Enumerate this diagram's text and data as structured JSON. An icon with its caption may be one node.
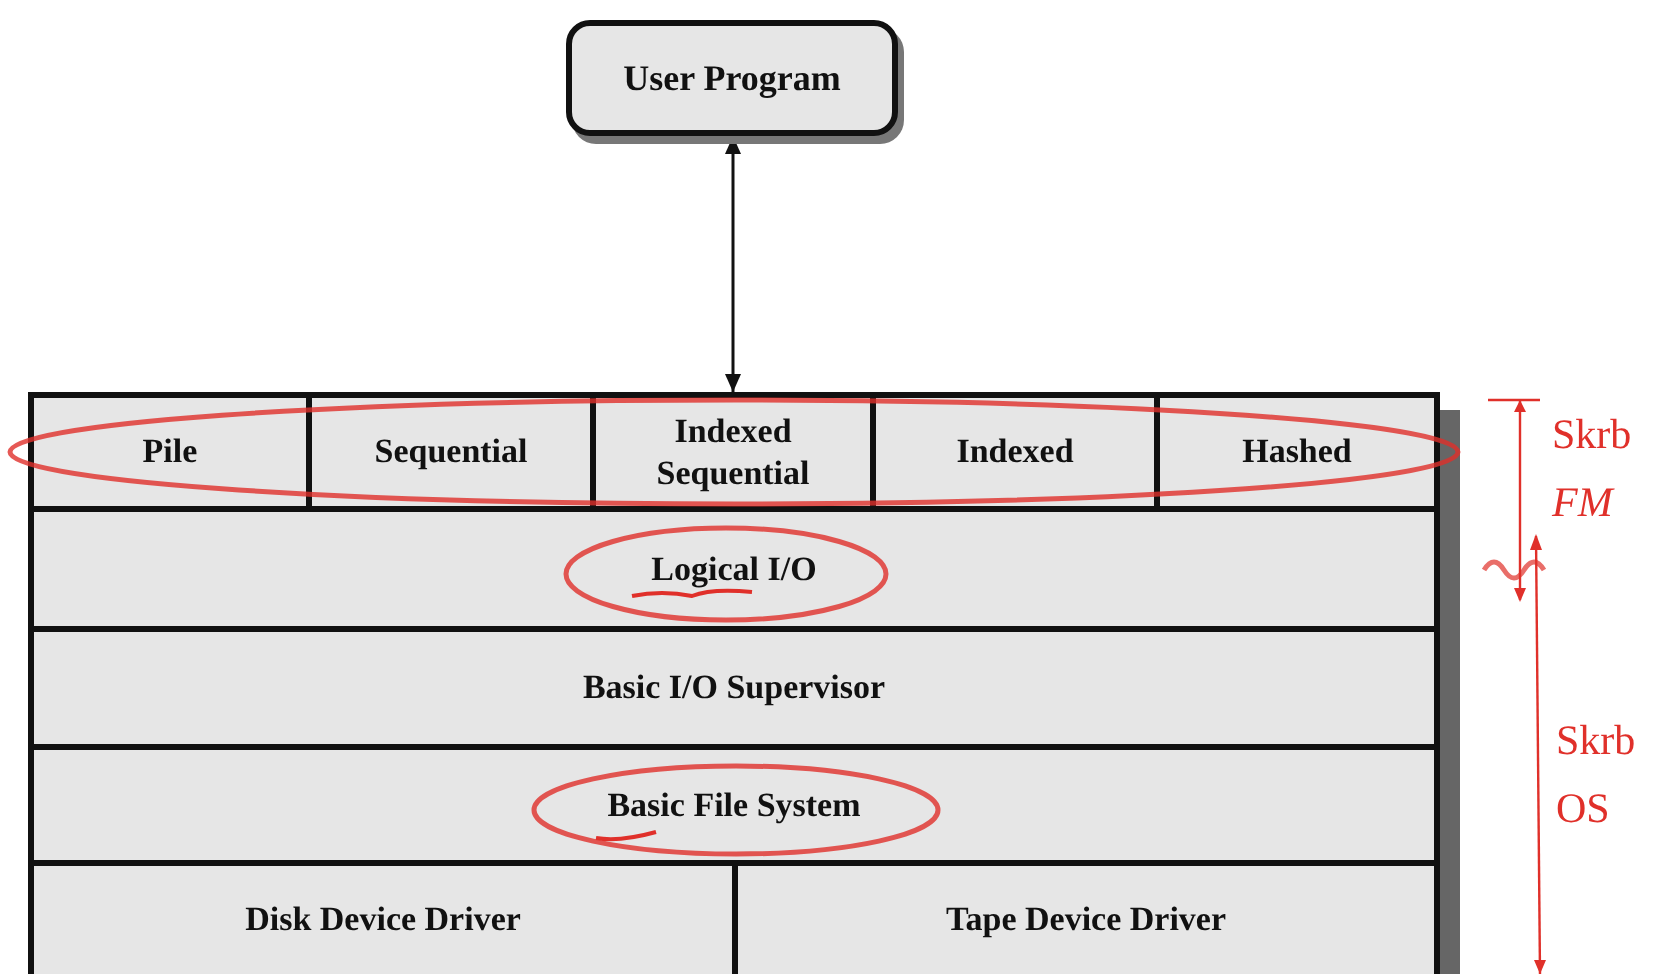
{
  "diagram": {
    "nodes": [
      {
        "text": [
          "User Program"
        ]
      },
      {
        "text": [
          "Pile"
        ]
      },
      {
        "text": [
          "Sequential"
        ]
      },
      {
        "text": [
          "Indexed Sequential"
        ]
      },
      {
        "text": [
          "Indexed"
        ]
      },
      {
        "text": [
          "Hashed"
        ]
      },
      {
        "text": [
          "Logical I/O"
        ]
      },
      {
        "text": [
          "Basic I/O Supervisor"
        ]
      },
      {
        "text": [
          "Basic File System"
        ]
      },
      {
        "text": [
          "Disk Device Driver"
        ]
      },
      {
        "text": [
          "Tape Device Driver"
        ]
      }
    ],
    "edges": [
      {
        "from": 0,
        "to": 3,
        "arrow": "both"
      }
    ],
    "labels": [
      "Skrb",
      "FM",
      "Skrb",
      "OS"
    ]
  }
}
